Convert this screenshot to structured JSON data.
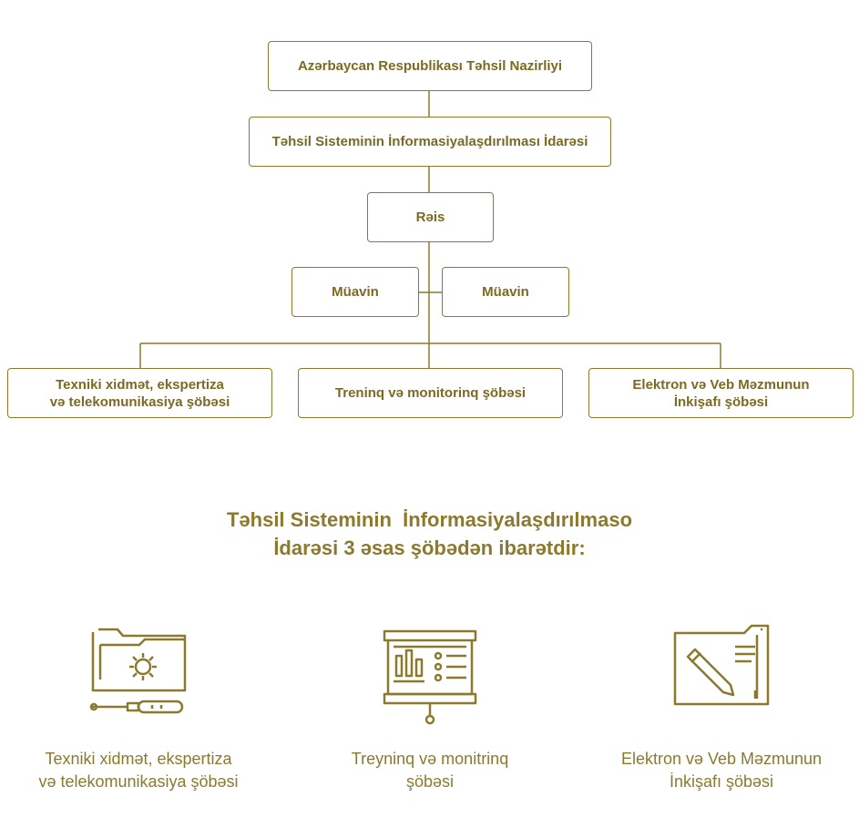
{
  "org_chart": {
    "ministry": "Azərbaycan Respublikası Təhsil Nazirliyi",
    "department": "Təhsil Sisteminin İnformasiyalaşdırılması İdarəsi",
    "head": "Rəis",
    "deputy_left": "Müavin",
    "deputy_right": "Müavin",
    "units": [
      {
        "line1": "Texniki xidmət, ekspertiza",
        "line2": "və telekomunikasiya şöbəsi"
      },
      {
        "line1": "Treninq və monitorinq şöbəsi",
        "line2": ""
      },
      {
        "line1": "Elektron və Veb Məzmunun",
        "line2": "İnkişafı şöbəsi"
      }
    ]
  },
  "heading": {
    "line1": "Təhsil Sisteminin  İnformasiyalaşdırılmaso",
    "line2": "İdarəsi 3 əsas şöbədən ibarətdir:"
  },
  "features": [
    {
      "icon": "folder-gear-screwdriver-icon",
      "line1": "Texniki xidmət, ekspertiza",
      "line2": "və telekomunikasiya şöbəsi"
    },
    {
      "icon": "presentation-board-icon",
      "line1": "Treyninq və monitrinq",
      "line2": "şöbəsi"
    },
    {
      "icon": "window-pen-icon",
      "line1": "Elektron və Veb Məzmunun",
      "line2": "İnkişafı şöbəsi"
    }
  ],
  "colors": {
    "accent": "#8b7a2e",
    "text": "#7a6a22",
    "background": "#ffffff"
  }
}
